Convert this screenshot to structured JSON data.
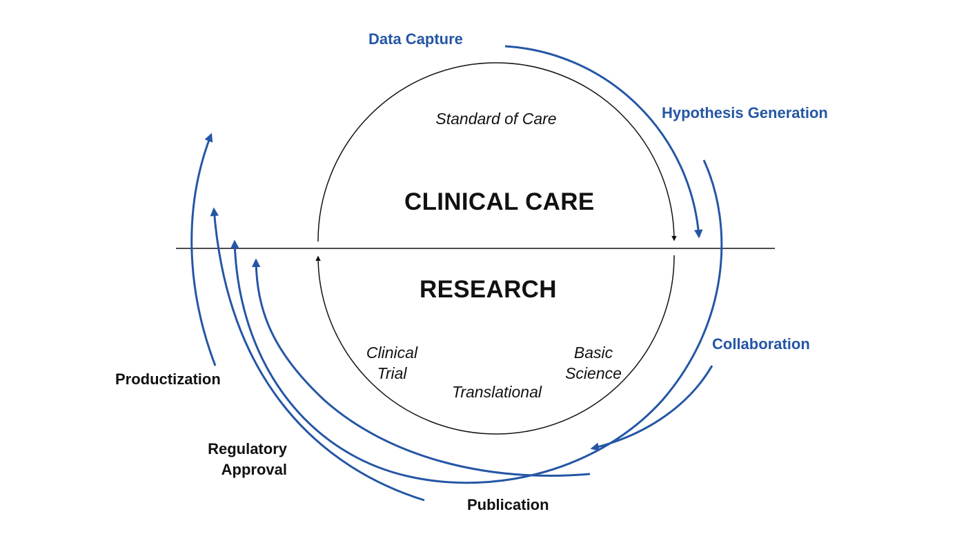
{
  "diagram": {
    "colors": {
      "accent_blue": "#2456a4",
      "text_black": "#111111",
      "line_black": "#111111",
      "background": "#ffffff"
    },
    "regions": {
      "top": "CLINICAL CARE",
      "bottom": "RESEARCH"
    },
    "inner_labels": {
      "standard_of_care": "Standard of Care",
      "clinical_trial_line1": "Clinical",
      "clinical_trial_line2": "Trial",
      "translational": "Translational",
      "basic_science_line1": "Basic",
      "basic_science_line2": "Science"
    },
    "outer_labels_blue": {
      "data_capture": "Data Capture",
      "hypothesis_generation": "Hypothesis Generation",
      "collaboration": "Collaboration"
    },
    "outer_labels_black": {
      "productization": "Productization",
      "regulatory_approval_line1": "Regulatory",
      "regulatory_approval_line2": "Approval",
      "publication": "Publication"
    }
  }
}
